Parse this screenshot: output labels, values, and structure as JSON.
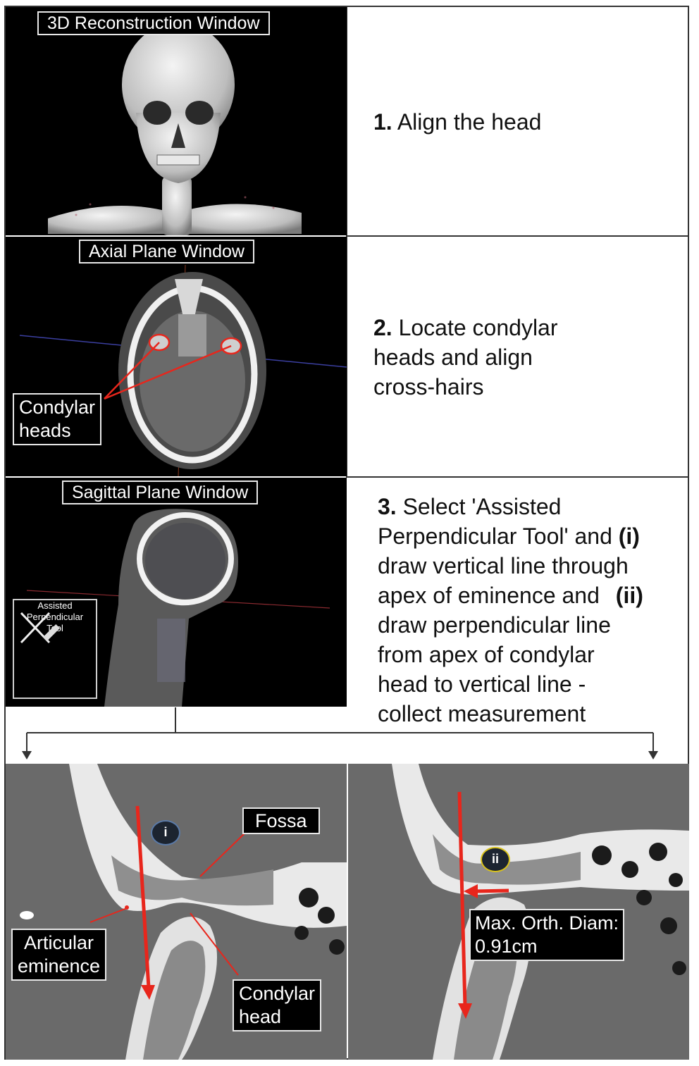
{
  "windows": {
    "reconstruction": "3D Reconstruction Window",
    "axial": "Axial Plane Window",
    "sagittal": "Sagittal Plane Window"
  },
  "steps": {
    "step1": {
      "num": "1.",
      "text": "Align the head"
    },
    "step2": {
      "num": "2.",
      "line1": "Locate condylar",
      "line2": "heads and align",
      "line3": "cross-hairs"
    },
    "step3": {
      "num": "3.",
      "l1": "Select 'Assisted",
      "l2a": "Perpendicular Tool' and",
      "l2b": "(i)",
      "l3": "draw vertical line through",
      "l4a": "apex of eminence and",
      "l4b": "(ii)",
      "l5": "draw perpendicular line",
      "l6": "from apex of condylar",
      "l7": "head to vertical line -",
      "l8": "collect measurement"
    }
  },
  "callouts": {
    "condylar_heads": [
      "Condylar",
      "heads"
    ],
    "fossa": "Fossa",
    "articular_eminence": [
      "Articular",
      "eminence"
    ],
    "condylar_head": [
      "Condylar",
      "head"
    ],
    "measurement": [
      "Max. Orth. Diam:",
      "0.91cm"
    ]
  },
  "tool": {
    "line1": "Assisted",
    "line2": "Perpendicular",
    "line3": "Tool"
  },
  "badges": {
    "i": "i",
    "ii": "ii"
  },
  "colors": {
    "annotation_red": "#e8261c",
    "label_border": "#e8e8e8",
    "frame": "#333333"
  }
}
